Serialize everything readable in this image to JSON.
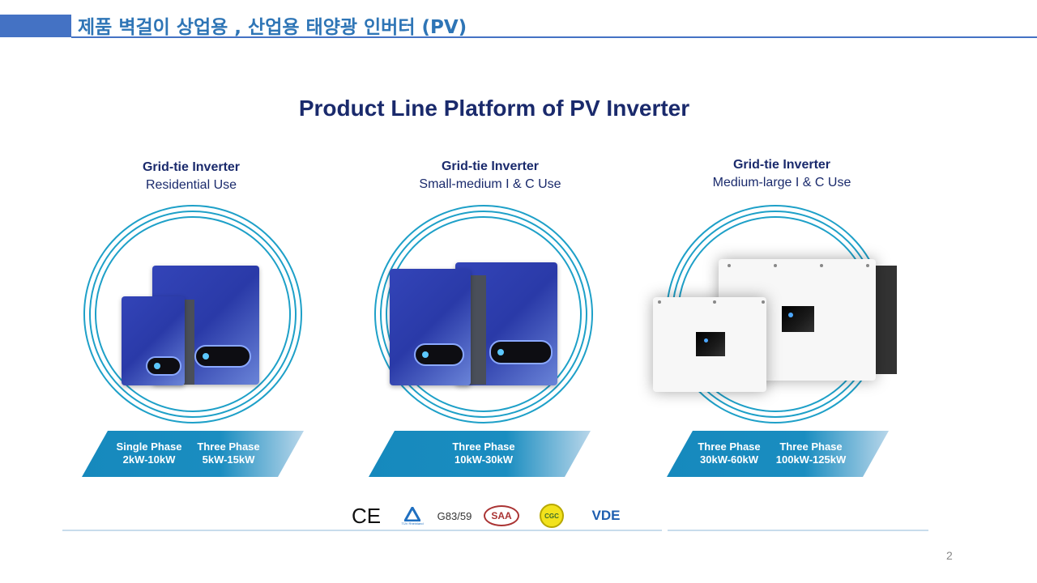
{
  "header": {
    "title": "제품 벽걸이 상업용 , 산업용 태양광 인버터 (PV)",
    "accent_color": "#4472c4"
  },
  "main": {
    "title": "Product Line Platform of PV Inverter",
    "columns": [
      {
        "heading": "Grid-tie Inverter",
        "subheading": "Residential Use",
        "product_color": "blue",
        "specs": [
          {
            "phase": "Single Phase",
            "range": "2kW-10kW"
          },
          {
            "phase": "Three Phase",
            "range": "5kW-15kW"
          }
        ]
      },
      {
        "heading": "Grid-tie Inverter",
        "subheading": "Small-medium I & C Use",
        "product_color": "blue",
        "specs": [
          {
            "phase": "Three Phase",
            "range": "10kW-30kW"
          }
        ]
      },
      {
        "heading": "Grid-tie Inverter",
        "subheading": "Medium-large I & C Use",
        "product_color": "white",
        "specs": [
          {
            "phase": "Three Phase",
            "range": "30kW-60kW"
          },
          {
            "phase": "Three Phase",
            "range": "100kW-125kW"
          }
        ]
      }
    ],
    "certifications": [
      "CE",
      "TÜV Rheinland",
      "G83/59",
      "SAA",
      "CGC",
      "VDE"
    ]
  },
  "footer": {
    "page_number": "2"
  }
}
